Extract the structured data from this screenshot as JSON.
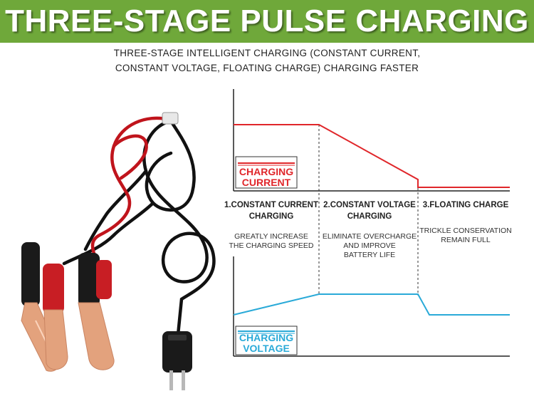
{
  "header": {
    "title": "THREE-STAGE PULSE CHARGING",
    "subtitle_lines": [
      "THREE-STAGE INTELLIGENT CHARGING (CONSTANT CURRENT,",
      "CONSTANT VOLTAGE, FLOATING CHARGE) CHARGING FASTER"
    ]
  },
  "colors": {
    "banner": "#6fa83a",
    "current": "#e0262a",
    "voltage": "#2aaad8",
    "axis": "#222222"
  },
  "diagram": {
    "current_label": [
      "CHARGING",
      "CURRENT"
    ],
    "voltage_label": [
      "CHARGING",
      "VOLTAGE"
    ],
    "stages": [
      {
        "title": [
          "1.CONSTANT CURRENT",
          "CHARGING"
        ],
        "desc": [
          "GREATLY INCREASE",
          "THE CHARGING SPEED"
        ]
      },
      {
        "title": [
          "2.CONSTANT VOLTAGE",
          "CHARGING"
        ],
        "desc": [
          "ELIMINATE OVERCHARGE",
          "AND IMPROVE",
          "BATTERY LIFE"
        ]
      },
      {
        "title": [
          "3.FLOATING CHARGE"
        ],
        "desc": [
          "TRICKLE CONSERVATION",
          "REMAIN FULL"
        ]
      }
    ]
  },
  "illustration": {
    "product": "battery clip charging cable with plug",
    "icon": "cable-clamp-icon"
  }
}
